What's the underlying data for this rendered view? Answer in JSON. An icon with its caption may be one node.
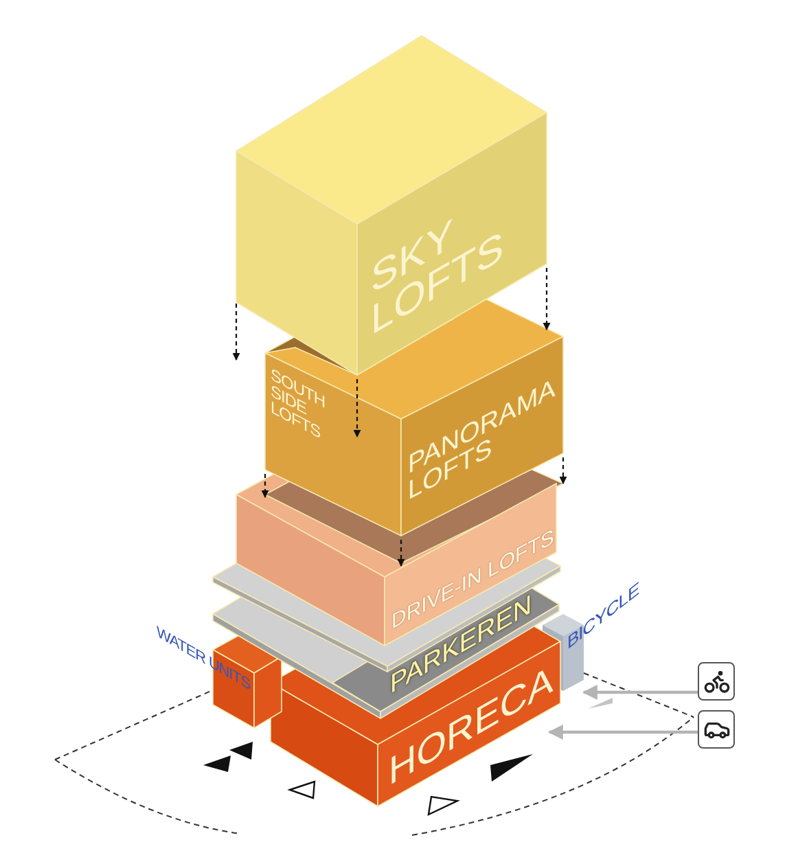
{
  "diagram": {
    "labels": [
      "SKY LOFTS",
      "SOUTH SIDE LOFTS",
      "PANORAMA LOFTS",
      "DRIVE-IN LOFTS",
      "WATER UNITS",
      "BICYCLE",
      "PARKEREN",
      "HORECA"
    ]
  }
}
